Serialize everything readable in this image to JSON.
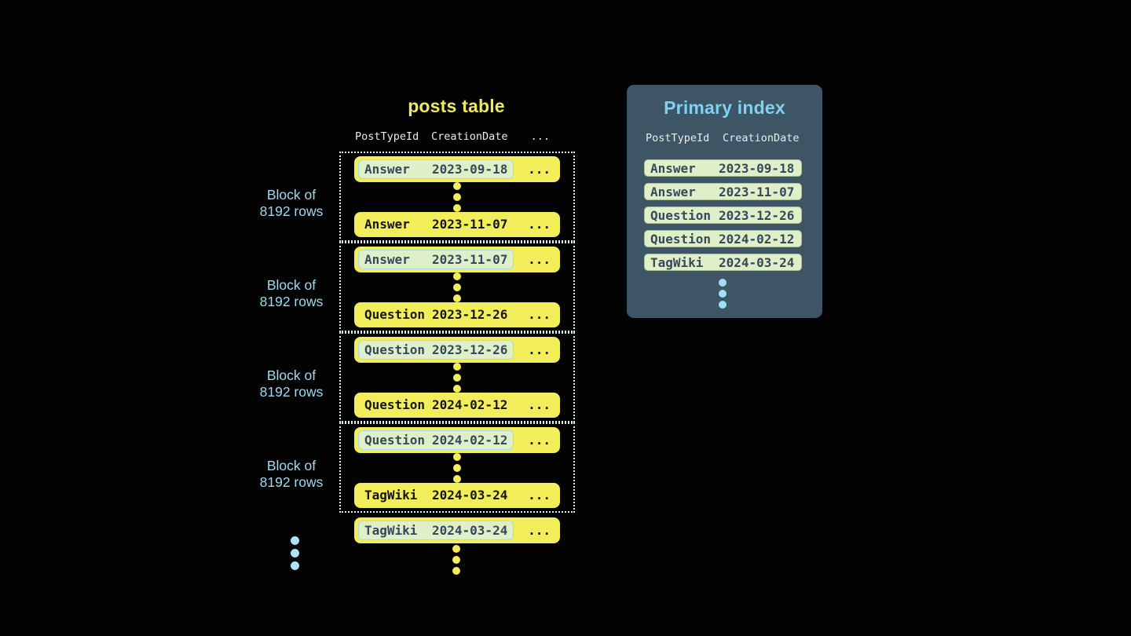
{
  "colors": {
    "background": "#030303",
    "row_yellow": "#f2ed5a",
    "highlight_green": "#dff0c9",
    "highlight_border_blue": "#a7dbeb",
    "label_blue": "#9ed9f0",
    "title_yellow": "#f0ea5a",
    "index_title_blue": "#7ed3f2",
    "index_panel_slate": "#3d5565",
    "dotted_border": "#d9edf3",
    "header_text": "#e9ede9",
    "dark_slate_text": "#35495c",
    "black_text": "#161616"
  },
  "posts_table": {
    "title": "posts table",
    "header": {
      "col1": "PostTypeId",
      "col2": "CreationDate",
      "col3": "..."
    },
    "block_label": {
      "line1": "Block of",
      "line2": "8192 rows"
    },
    "ellipsis": "...",
    "blocks": [
      {
        "first_row": {
          "post_type": "Answer",
          "creation_date": "2023-09-18"
        },
        "last_row": {
          "post_type": "Answer",
          "creation_date": "2023-11-07"
        }
      },
      {
        "first_row": {
          "post_type": "Answer",
          "creation_date": "2023-11-07"
        },
        "last_row": {
          "post_type": "Question",
          "creation_date": "2023-12-26"
        }
      },
      {
        "first_row": {
          "post_type": "Question",
          "creation_date": "2023-12-26"
        },
        "last_row": {
          "post_type": "Question",
          "creation_date": "2024-02-12"
        }
      },
      {
        "first_row": {
          "post_type": "Question",
          "creation_date": "2024-02-12"
        },
        "last_row": {
          "post_type": "TagWiki",
          "creation_date": "2024-03-24"
        }
      }
    ],
    "next_block_first_row": {
      "post_type": "TagWiki",
      "creation_date": "2024-03-24"
    }
  },
  "primary_index": {
    "title": "Primary index",
    "header": {
      "col1": "PostTypeId",
      "col2": "CreationDate"
    },
    "rows": [
      {
        "post_type": "Answer",
        "creation_date": "2023-09-18"
      },
      {
        "post_type": "Answer",
        "creation_date": "2023-11-07"
      },
      {
        "post_type": "Question",
        "creation_date": "2023-12-26"
      },
      {
        "post_type": "Question",
        "creation_date": "2024-02-12"
      },
      {
        "post_type": "TagWiki",
        "creation_date": "2024-03-24"
      }
    ]
  }
}
